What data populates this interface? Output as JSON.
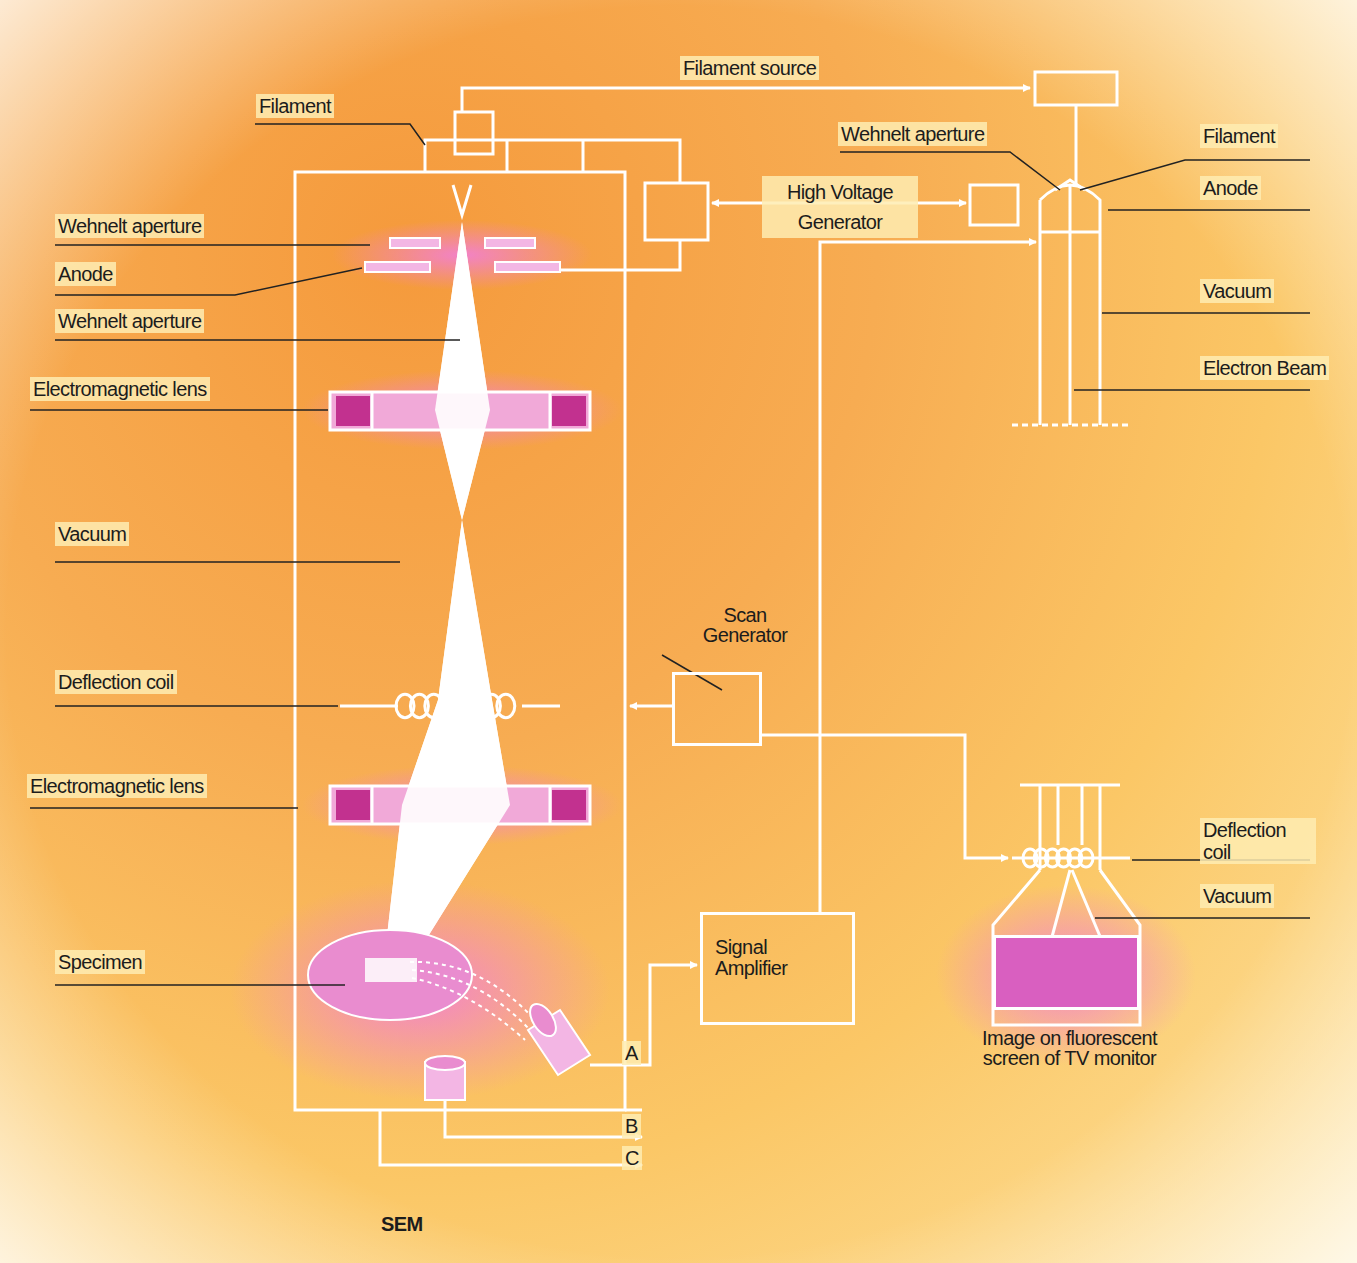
{
  "diagram": {
    "nodes": [
      {
        "text": [
          "Scan Generator"
        ]
      },
      {
        "text": [
          "Signal Amplifier"
        ]
      },
      {
        "text": [
          "Image on fluorescent screen of TV monitor"
        ]
      }
    ],
    "labels": [
      "Filament source",
      "Filament",
      "Wehnelt aperture",
      "Anode",
      "Wehnelt aperture",
      "Electromagnetic lens",
      "Vacuum",
      "Deflection coil",
      "Electromagnetic lens",
      "Specimen",
      "A",
      "B",
      "C",
      "SEM",
      "High Voltage Generator",
      "Wehnelt aperture",
      "Filament",
      "Anode",
      "Vacuum",
      "Electron Beam",
      "Deflection coil",
      "Vacuum"
    ]
  }
}
